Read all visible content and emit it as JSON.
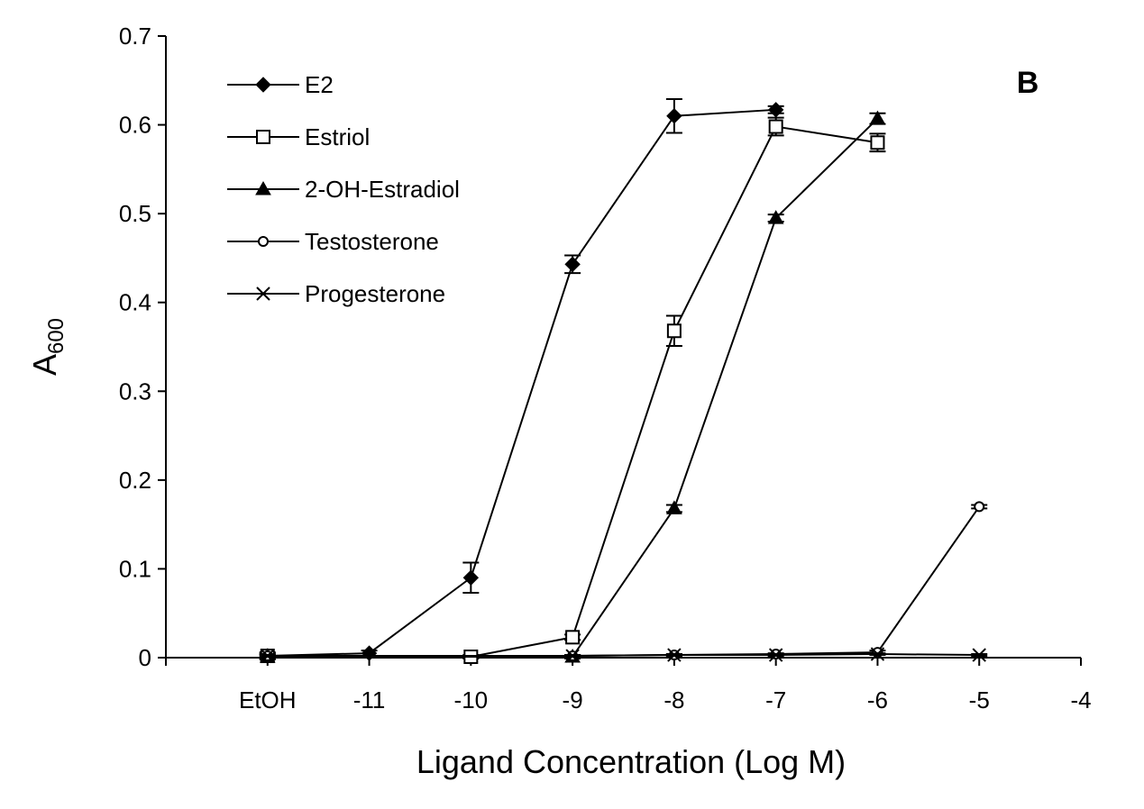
{
  "chart_data": {
    "type": "line",
    "title": "",
    "panel_label": "B",
    "xlabel": "Ligand Concentration (Log M)",
    "ylabel_main": "A",
    "ylabel_sub": "600",
    "xlim": [
      -13,
      -4
    ],
    "ylim": [
      0,
      0.7
    ],
    "x_ticks": [
      {
        "value": -12,
        "label": "EtOH"
      },
      {
        "value": -11,
        "label": "-11"
      },
      {
        "value": -10,
        "label": "-10"
      },
      {
        "value": -9,
        "label": "-9"
      },
      {
        "value": -8,
        "label": "-8"
      },
      {
        "value": -7,
        "label": "-7"
      },
      {
        "value": -6,
        "label": "-6"
      },
      {
        "value": -5,
        "label": "-5"
      },
      {
        "value": -4,
        "label": "-4"
      }
    ],
    "y_ticks": [
      {
        "value": 0,
        "label": "0"
      },
      {
        "value": 0.1,
        "label": "0.1"
      },
      {
        "value": 0.2,
        "label": "0.2"
      },
      {
        "value": 0.3,
        "label": "0.3"
      },
      {
        "value": 0.4,
        "label": "0.4"
      },
      {
        "value": 0.5,
        "label": "0.5"
      },
      {
        "value": 0.6,
        "label": "0.6"
      },
      {
        "value": 0.7,
        "label": "0.7"
      }
    ],
    "grid": false,
    "legend_position": "top-left",
    "series": [
      {
        "name": "E2",
        "marker": "filled-diamond",
        "x": [
          -12,
          -11,
          -10,
          -9,
          -8,
          -7
        ],
        "y": [
          0.002,
          0.005,
          0.09,
          0.443,
          0.61,
          0.617
        ],
        "err": [
          0.004,
          0.003,
          0.017,
          0.01,
          0.019,
          0.004
        ]
      },
      {
        "name": "Estriol",
        "marker": "open-square",
        "x": [
          -12,
          -10,
          -9,
          -8,
          -7,
          -6
        ],
        "y": [
          0.002,
          0.001,
          0.023,
          0.368,
          0.598,
          0.58
        ],
        "err": [
          0.003,
          0.002,
          0.003,
          0.017,
          0.01,
          0.01
        ]
      },
      {
        "name": "2-OH-Estradiol",
        "marker": "filled-triangle",
        "x": [
          -12,
          -9,
          -8,
          -7,
          -6
        ],
        "y": [
          0.001,
          0.001,
          0.168,
          0.495,
          0.607
        ],
        "err": [
          0.002,
          0.002,
          0.004,
          0.004,
          0.006
        ]
      },
      {
        "name": "Testosterone",
        "marker": "open-circle",
        "x": [
          -12,
          -9,
          -8,
          -7,
          -6,
          -5
        ],
        "y": [
          0.002,
          0.002,
          0.003,
          0.004,
          0.006,
          0.17
        ],
        "err": [
          0.002,
          0.001,
          0.001,
          0.001,
          0.002,
          0.002
        ]
      },
      {
        "name": "Progesterone",
        "marker": "cross",
        "x": [
          -12,
          -9,
          -8,
          -7,
          -6,
          -5
        ],
        "y": [
          0.002,
          0.002,
          0.003,
          0.003,
          0.004,
          0.003
        ],
        "err": [
          0.001,
          0.001,
          0.001,
          0.001,
          0.001,
          0.001
        ]
      }
    ]
  }
}
